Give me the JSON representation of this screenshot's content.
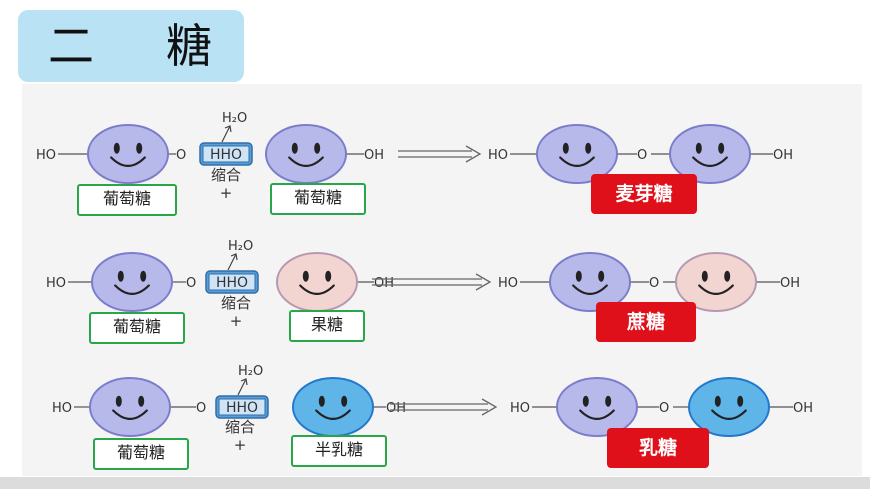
{
  "title": {
    "main": "二",
    "sub": "糖"
  },
  "rows": [
    {
      "left_ho": "HO",
      "left_oh": "O",
      "hho": "HHO",
      "water": "H₂O",
      "condition": "缩合",
      "plus": "+",
      "right_oh": "OH",
      "product_ho": "HO",
      "product_o": "O",
      "product_oh": "OH",
      "mono1": "葡萄糖",
      "mono2": "葡萄糖",
      "product": "麦芽糖",
      "colors": [
        "#b7b9ea",
        "#b7b9ea",
        "#b7b9ea",
        "#b7b9ea"
      ]
    },
    {
      "left_ho": "HO",
      "left_oh": "O",
      "hho": "HHO",
      "water": "H₂O",
      "condition": "缩合",
      "plus": "+",
      "right_oh": "OH",
      "product_ho": "HO",
      "product_o": "O",
      "product_oh": "OH",
      "mono1": "葡萄糖",
      "mono2": "果糖",
      "product": "蔗糖",
      "colors": [
        "#b7b9ea",
        "#f2d4d0",
        "#b7b9ea",
        "#f2d4d0"
      ]
    },
    {
      "left_ho": "HO",
      "left_oh": "O",
      "hho": "HHO",
      "water": "H₂O",
      "condition": "缩合",
      "plus": "+",
      "right_oh": "OH",
      "product_ho": "HO",
      "product_o": "O",
      "product_oh": "OH",
      "mono1": "葡萄糖",
      "mono2": "半乳糖",
      "product": "乳糖",
      "colors": [
        "#b7b9ea",
        "#5fb4e8",
        "#b7b9ea",
        "#5fb4e8"
      ]
    }
  ]
}
